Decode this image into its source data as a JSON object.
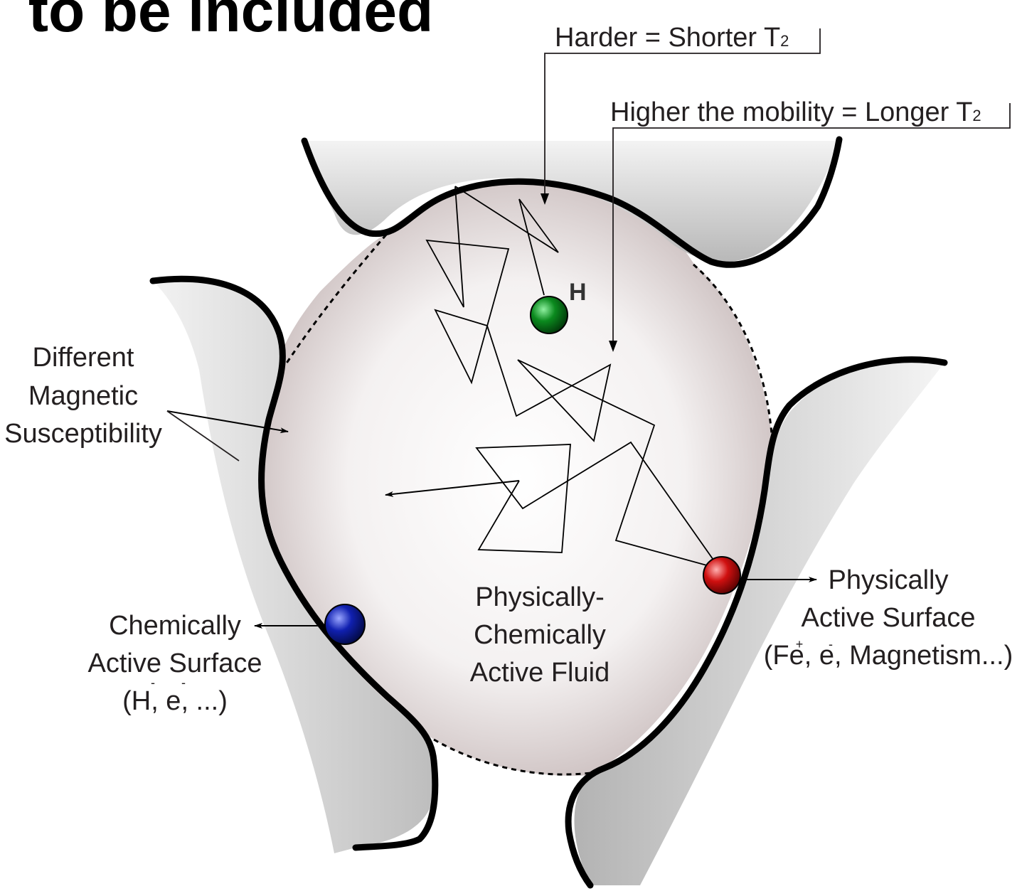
{
  "title": "to be included",
  "labels": {
    "harder": "Harder = Shorter T",
    "harder_sub": "2",
    "mobility": "Higher the mobility = Longer T",
    "mobility_sub": "2",
    "magnetic": [
      "Different",
      "Magnetic",
      "Susceptibility"
    ],
    "fluid": [
      "Physically-",
      "Chemically",
      "Active Fluid"
    ],
    "chem_surface": [
      "Chemically",
      "Active Surface"
    ],
    "chem_species": "(H, e, ...)",
    "chem_charges": [
      "-",
      "-"
    ],
    "phys_surface": [
      "Physically",
      "Active Surface"
    ],
    "phys_species": "(Fe, e, Magnetism...)",
    "phys_charges": [
      "+",
      "-"
    ],
    "hydrogen": "H"
  },
  "colors": {
    "hydrogen_sphere": "#0b8a1e",
    "chemical_sphere": "#1020b0",
    "physical_sphere": "#d01010",
    "pore_shade": "#c9bcbc"
  }
}
